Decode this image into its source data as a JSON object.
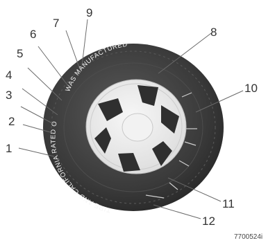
{
  "sidewall": {
    "top_text": "WAS MANUFACTURED",
    "left_text": "TIRE AND CALIFORNIA RATED ON"
  },
  "callouts": [
    {
      "label": "1"
    },
    {
      "label": "2"
    },
    {
      "label": "3"
    },
    {
      "label": "4"
    },
    {
      "label": "5"
    },
    {
      "label": "6"
    },
    {
      "label": "7"
    },
    {
      "label": "9"
    },
    {
      "label": "8"
    },
    {
      "label": "10"
    },
    {
      "label": "11"
    },
    {
      "label": "12"
    }
  ],
  "figure_code": "7700524i"
}
